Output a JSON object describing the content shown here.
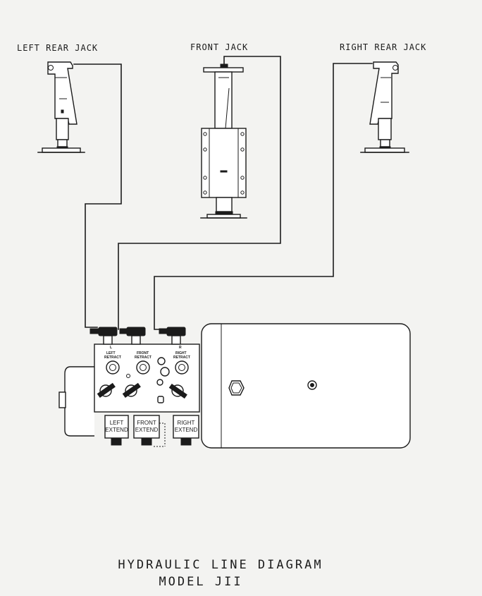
{
  "labels": {
    "left_rear_jack": "LEFT REAR JACK",
    "front_jack": "FRONT JACK",
    "right_rear_jack": "RIGHT REAR JACK"
  },
  "valves": {
    "left_retract": [
      "LEFT",
      "RETRACT"
    ],
    "front_retract": [
      "FRONT",
      "RETRACT"
    ],
    "right_retract": [
      "RIGHT",
      "RETRACT"
    ],
    "port_left": "L",
    "port_right": "R"
  },
  "extend_boxes": {
    "left": [
      "LEFT",
      "EXTEND"
    ],
    "front": [
      "FRONT",
      "EXTEND"
    ],
    "right": [
      "RIGHT",
      "EXTEND"
    ]
  },
  "title": {
    "line1": "HYDRAULIC LINE DIAGRAM",
    "line2": "MODEL JII"
  }
}
